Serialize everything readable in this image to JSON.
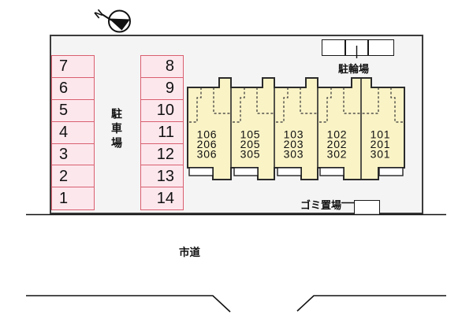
{
  "compass": {
    "north_label": "N"
  },
  "site": {
    "parking_lot": {
      "label": "駐車場",
      "left_column_numbers": [
        "7",
        "6",
        "5",
        "4",
        "3",
        "2",
        "1"
      ],
      "right_column_numbers": [
        "8",
        "9",
        "10",
        "11",
        "12",
        "13",
        "14"
      ]
    },
    "bicycle_parking": {
      "label": "駐輪場",
      "stall_count": 3
    },
    "building": {
      "units": [
        {
          "rooms": [
            "106",
            "206",
            "306"
          ]
        },
        {
          "rooms": [
            "105",
            "205",
            "305"
          ]
        },
        {
          "rooms": [
            "103",
            "203",
            "303"
          ]
        },
        {
          "rooms": [
            "102",
            "202",
            "302"
          ]
        },
        {
          "rooms": [
            "101",
            "201",
            "301"
          ]
        }
      ]
    },
    "garbage_area": {
      "label": "ゴミ置場"
    }
  },
  "road": {
    "label": "市道"
  },
  "colors": {
    "background": "#ffffff",
    "site_fill": "#f4f4f4",
    "site_border": "#3b3b3b",
    "parking_space_fill": "#fce7ed",
    "parking_space_border": "#d95f6f",
    "building_fill": "#faf3c6",
    "building_outline": "#2b2b2b",
    "line_color": "#111111"
  }
}
